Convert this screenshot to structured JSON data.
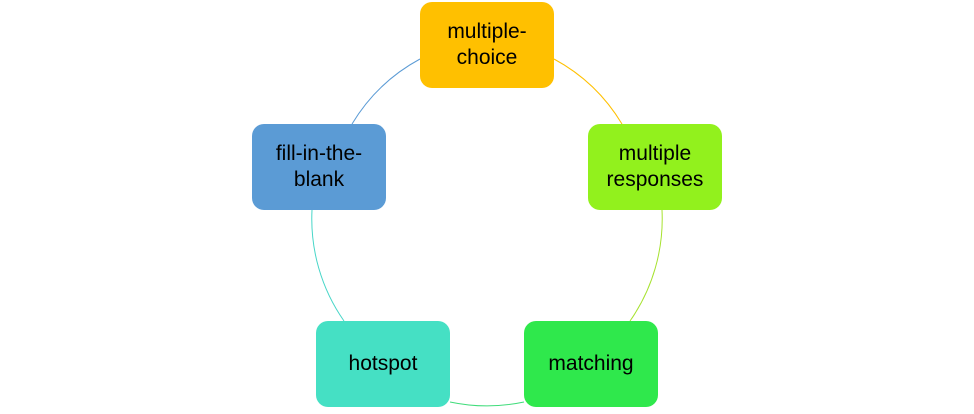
{
  "diagram": {
    "type": "cycle",
    "nodes": [
      {
        "id": "multiple-choice",
        "label": "multiple-\nchoice",
        "color": "#FFC000"
      },
      {
        "id": "multiple-responses",
        "label": "multiple\nresponses",
        "color": "#92F11D"
      },
      {
        "id": "matching",
        "label": "matching",
        "color": "#2FE84C"
      },
      {
        "id": "hotspot",
        "label": "hotspot",
        "color": "#45E0C4"
      },
      {
        "id": "fill-in-the-blank",
        "label": "fill-in-the-\nblank",
        "color": "#5B9BD5"
      }
    ],
    "connector_colors": [
      "#FFC000",
      "#A6E22E",
      "#3FDC7A",
      "#47D6C8",
      "#5B9BD5"
    ]
  }
}
